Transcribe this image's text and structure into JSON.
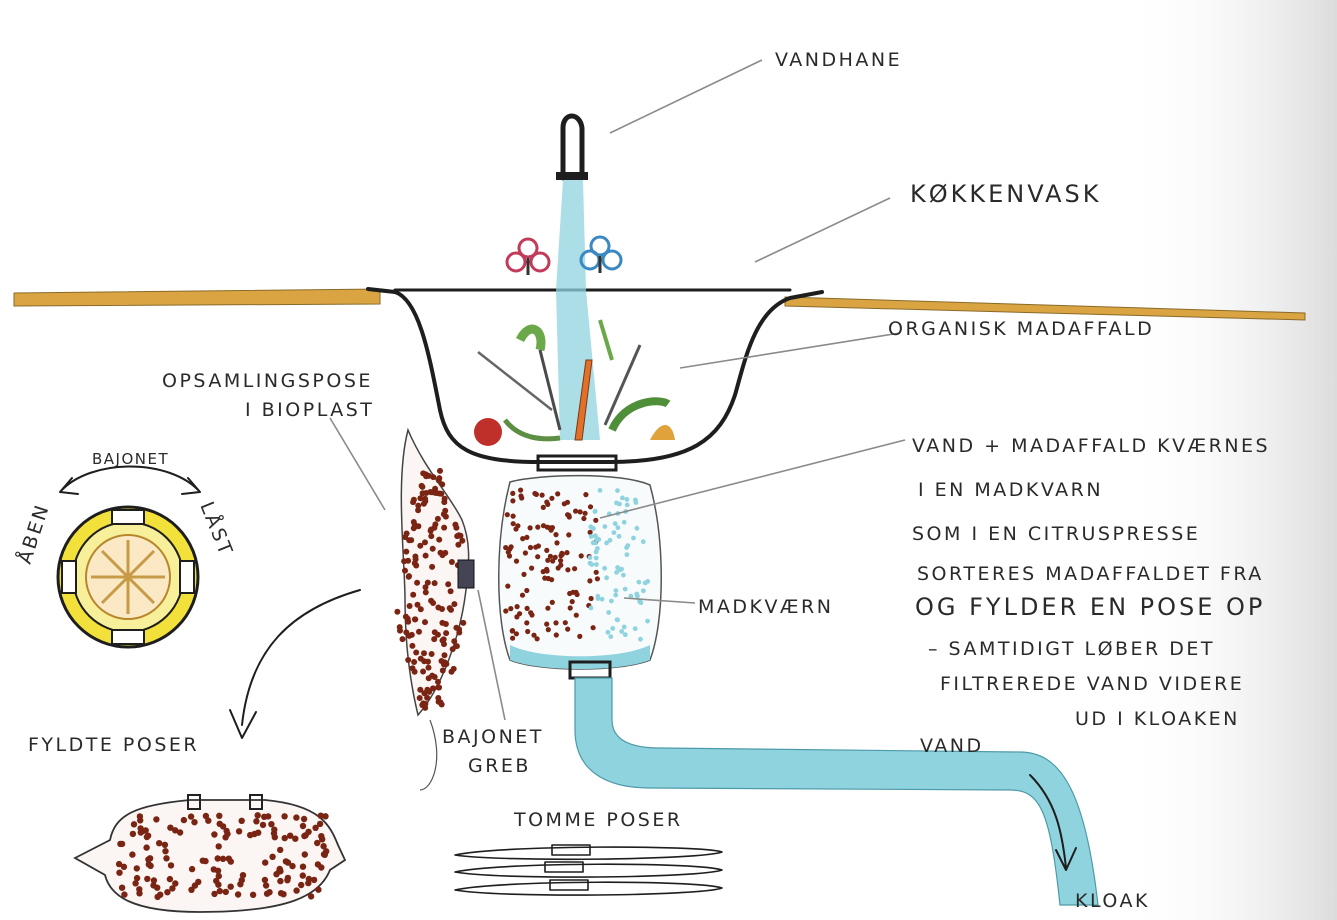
{
  "labels": {
    "faucet": "VANDHANE",
    "sink": "KØKKENVASK",
    "organic_waste": "ORGANISK MADAFFALD",
    "collection_bag_line1": "OPSAMLINGSPOSE",
    "collection_bag_line2": "I BIOPLAST",
    "bayonet_ring": "BAJONET",
    "open": "ÅBEN",
    "locked": "LÅST",
    "filled_bags": "FYLDTE POSER",
    "bayonet_grip_line1": "BAJONET",
    "bayonet_grip_line2": "GREB",
    "empty_bags": "TOMME POSER",
    "grinder": "MADKVÆRN",
    "water": "VAND",
    "sewer": "KLOAK"
  },
  "description_lines": [
    "VAND + MADAFFALD KVÆRNES",
    "I EN MADKVARN",
    "SOM I EN CITRUSPRESSE",
    "SORTERES MADAFFALDET FRA",
    "OG FYLDER EN POSE OP",
    "– SAMTIDIGT LØBER DET",
    "FILTREREDE VAND VIDERE",
    "UD I KLOAKEN"
  ],
  "colors": {
    "water": "#8fd3df",
    "counter": "#d9a441",
    "waste_dots": "#7a2414",
    "ring_yellow": "#f2e13a",
    "carrot": "#e2702a"
  }
}
